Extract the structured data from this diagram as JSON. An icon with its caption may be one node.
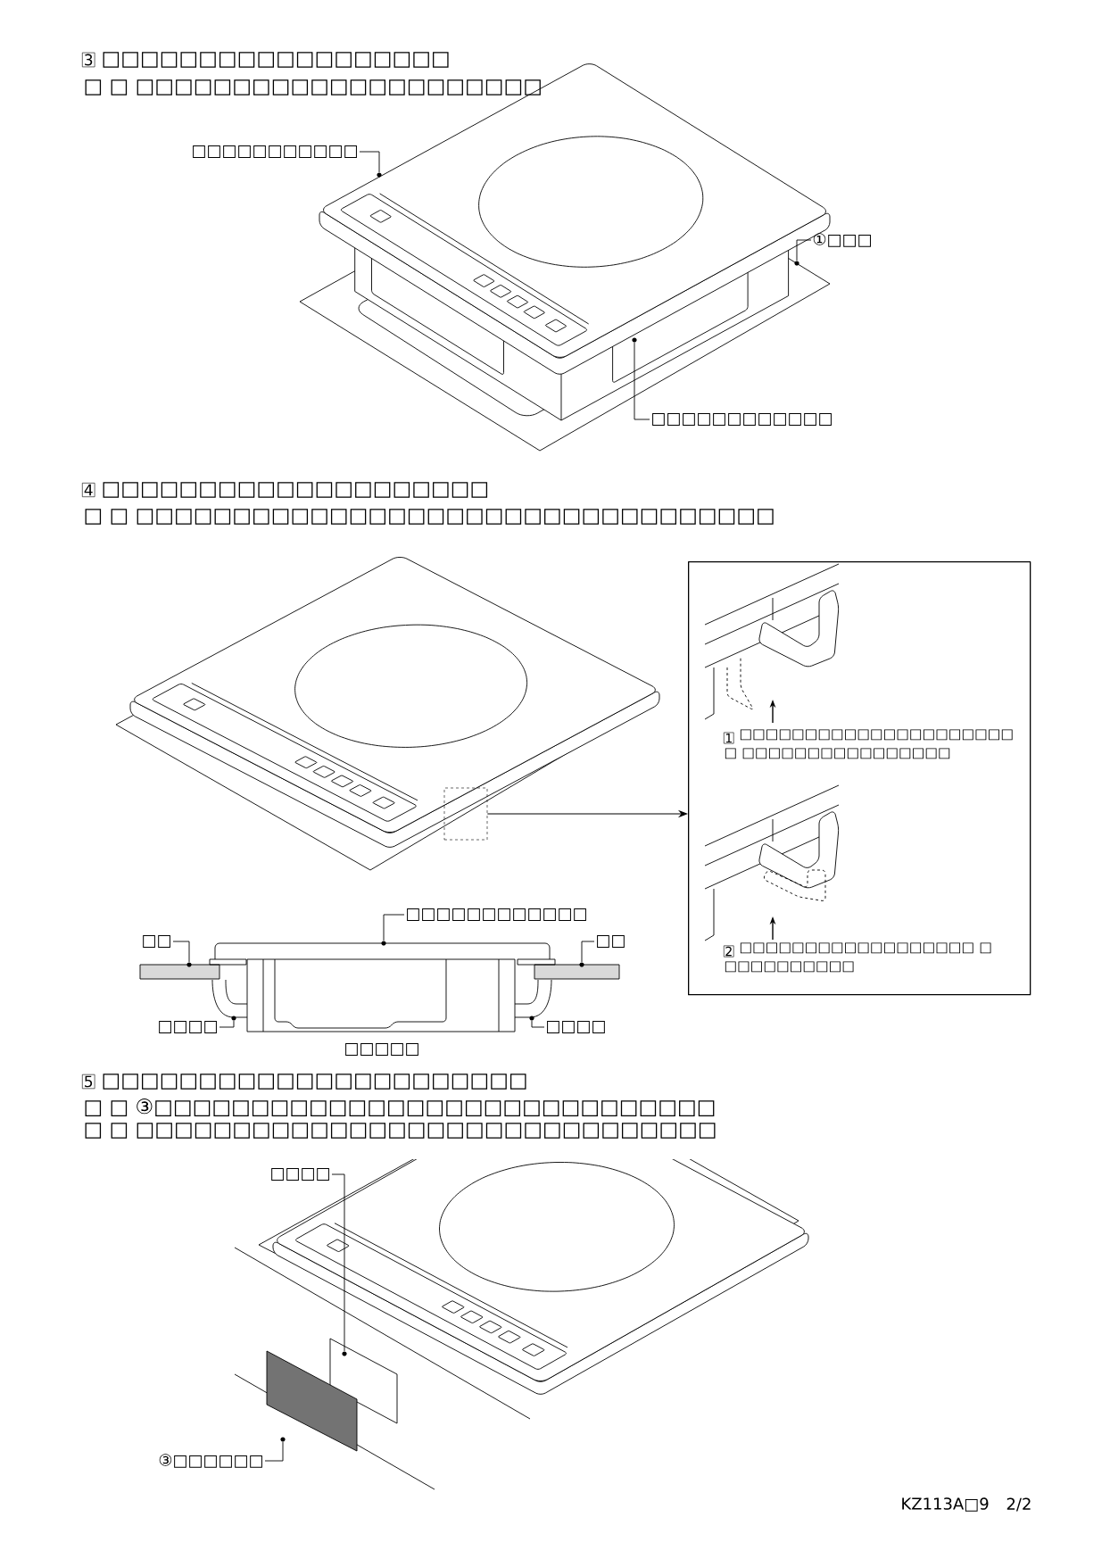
{
  "diagram": {
    "nodes": [
      {
        "text": [
          "□□□□□□□□□□□"
        ]
      },
      {
        "text": [
          "①□□□"
        ]
      },
      {
        "text": [
          "□□□□□□□□□□□□"
        ]
      },
      {
        "text": [
          "1",
          "□□□□□□□□□□□□□□□□□□□□□ □ □□□□□□□□□□□□□□□□",
          "2",
          "□□□□□□□□□□□□□□□□□□ □ □□□□□□□□□□"
        ]
      },
      {
        "text": [],
        "shape": "box"
      },
      {
        "text": [
          "□□□□□□□□□□□□"
        ]
      },
      {
        "text": [
          "□□"
        ]
      },
      {
        "text": [
          "□□"
        ]
      },
      {
        "text": [
          "□□□□"
        ]
      },
      {
        "text": [
          "□□□□"
        ]
      },
      {
        "text": [
          "□□□□"
        ]
      },
      {
        "text": [
          "③□□□□□□"
        ]
      },
      {
        "text": [],
        "shape": "circle"
      },
      {
        "text": [],
        "shape": "circle"
      },
      {
        "text": [],
        "shape": "circle"
      },
      {
        "text": [],
        "shape": "circle"
      },
      {
        "text": [],
        "shape": "circle"
      },
      {
        "text": [],
        "shape": "circle"
      },
      {
        "text": [],
        "shape": "circle"
      },
      {
        "text": [],
        "shape": "circle"
      },
      {
        "text": [],
        "shape": "circle"
      },
      {
        "text": [],
        "shape": "circle"
      }
    ],
    "edges": [
      {
        "from": 0,
        "to": 12,
        "arrow": "none"
      },
      {
        "from": 1,
        "to": 13,
        "arrow": "none"
      },
      {
        "from": 2,
        "to": 14,
        "arrow": "none"
      },
      {
        "from": 4,
        "to": 3,
        "arrow": "to"
      },
      {
        "from": 5,
        "to": 15,
        "arrow": "none"
      },
      {
        "from": 6,
        "to": 16,
        "arrow": "none"
      },
      {
        "from": 7,
        "to": 17,
        "arrow": "none"
      },
      {
        "from": 8,
        "to": 18,
        "arrow": "none"
      },
      {
        "from": 9,
        "to": 19,
        "arrow": "none"
      },
      {
        "from": 10,
        "to": 20,
        "arrow": "none"
      },
      {
        "from": 11,
        "to": 21,
        "arrow": "none"
      }
    ],
    "labels": [
      "3",
      "□□□□□□□□□□□□□□□□□□",
      "□ □ □□□□□□□□□□□□□□□□□□□□□",
      "4",
      "□□□□□□□□□□□□□□□□□□□□",
      "□ □ □□□□□□□□□□□□□□□□□□□□□□□□□□□□□□□□□",
      "□□□□□",
      "5",
      "□□□□□□□□□□□□□□□□□□□□□□",
      "□ □ ③□□□□□□□□□□□□□□□□□□□□□□□□□□□□□",
      "□ □ □□□□□□□□□□□□□□□□□□□□□□□□□□□□□□",
      "KZ113A□9",
      "2/2"
    ]
  }
}
